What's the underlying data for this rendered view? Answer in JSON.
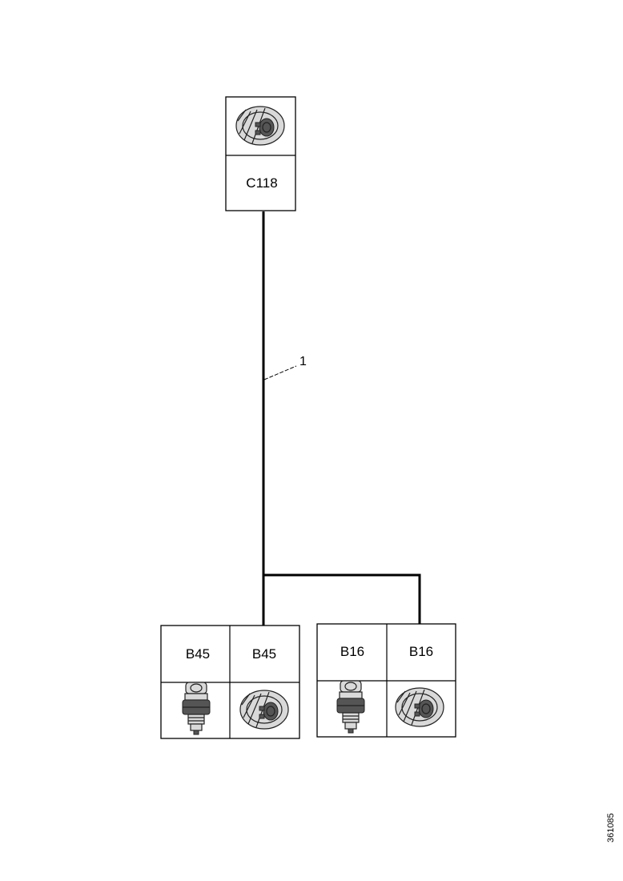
{
  "connectors": {
    "top": {
      "label": "C118",
      "icon": "round-connector-icon"
    },
    "bottom_left_group": [
      {
        "label": "B45",
        "icon": "pressure-sensor-icon"
      },
      {
        "label": "B45",
        "icon": "round-connector-icon"
      }
    ],
    "bottom_right_group": [
      {
        "label": "B16",
        "icon": "pressure-sensor-icon"
      },
      {
        "label": "B16",
        "icon": "round-connector-icon"
      }
    ]
  },
  "harness": {
    "callout": "1"
  },
  "figure_ref": "361085"
}
